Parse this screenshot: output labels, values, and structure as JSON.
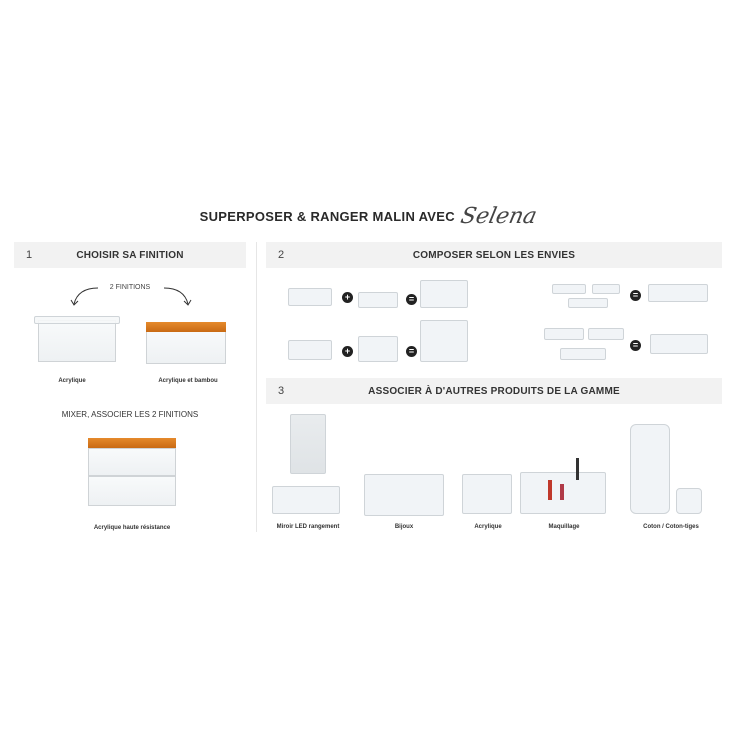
{
  "header": {
    "title": "SUPERPOSER & RANGER MALIN AVEC",
    "brand": "Selena"
  },
  "sections": [
    {
      "number": "1",
      "label": "CHOISIR SA FINITION"
    },
    {
      "number": "2",
      "label": "COMPOSER SELON LES ENVIES"
    },
    {
      "number": "3",
      "label": "ASSOCIER À D'AUTRES PRODUITS DE LA GAMME"
    }
  ],
  "section1": {
    "finitions_label": "2 FINITIONS",
    "option_a": "Acrylique",
    "option_b": "Acrylique et bambou",
    "mix_label": "MIXER, ASSOCIER LES 2 FINITIONS",
    "mix_caption": "Acrylique haute résistance"
  },
  "section2": {
    "plus_symbol": "+",
    "equals_symbol": "="
  },
  "section3": {
    "products": [
      "Miroir LED rangement",
      "Bijoux",
      "Acrylique",
      "Maquillage",
      "Coton / Coton-tiges"
    ]
  },
  "colors": {
    "bamboo": "#d77a22",
    "bar_bg": "#f2f2f2",
    "acrylic": "#eef1f3"
  }
}
